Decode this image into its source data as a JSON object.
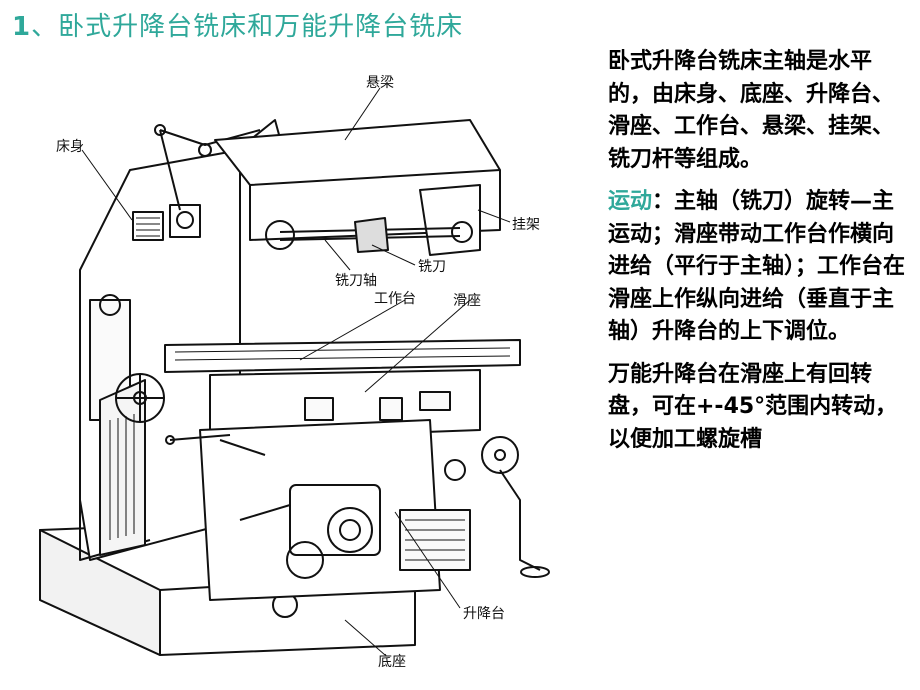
{
  "title": {
    "number": "1",
    "text": "、卧式升降台铣床和万能升降台铣床"
  },
  "figure_labels": {
    "xuanliang": "悬梁",
    "chuangshen": "床身",
    "guajia": "挂架",
    "xidaozhou": "铣刀轴",
    "xidao": "铣刀",
    "gongzuotai": "工作台",
    "huazuo": "滑座",
    "shengjiangtai": "升降台",
    "dizuo": "底座"
  },
  "paragraphs": {
    "p1": "卧式升降台铣床主轴是水平的，由床身、底座、升降台、滑座、工作台、悬梁、挂架、铣刀杆等组成。",
    "p2_keyword": "运动",
    "p2_rest": "：主轴（铣刀）旋转—主运动；滑座带动工作台作横向进给（平行于主轴）；工作台在滑座上作纵向进给（垂直于主轴）升降台的上下调位。",
    "p3": "万能升降台在滑座上有回转盘，可在+-45°范围内转动，以便加工螺旋槽"
  },
  "colors": {
    "accent": "#2fa89a",
    "text": "#000000"
  }
}
